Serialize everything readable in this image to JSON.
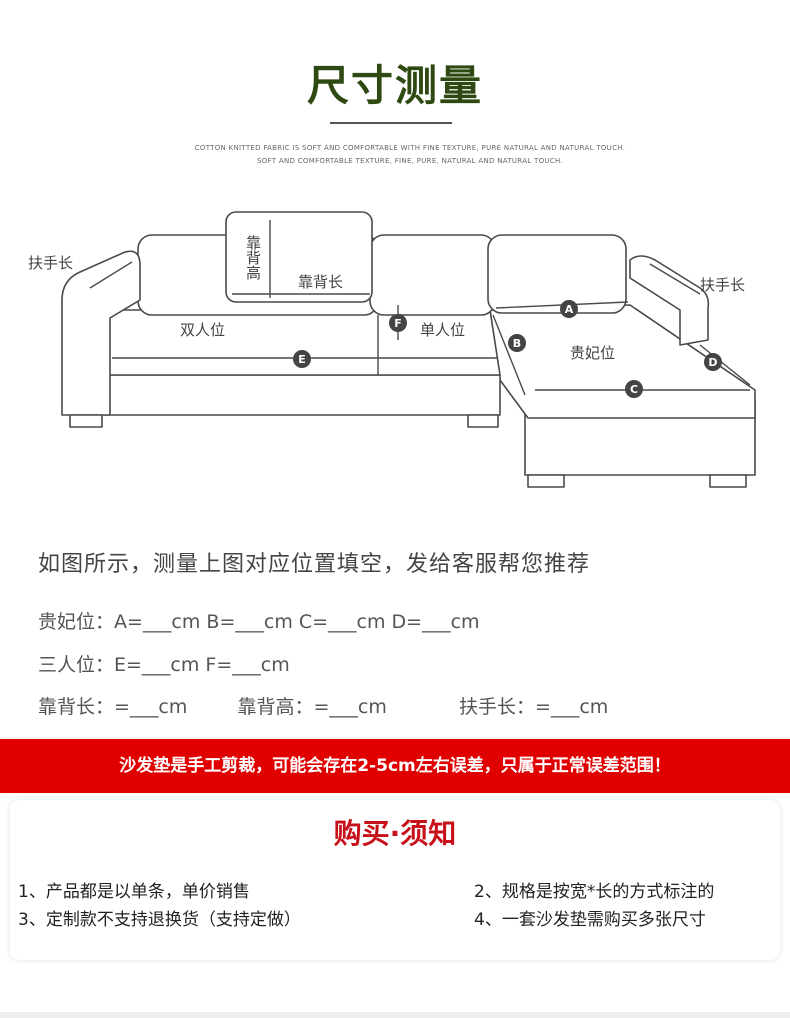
{
  "header": {
    "title": "尺寸测量",
    "subtitle_line1": "COTTON KNITTED FABRIC IS SOFT AND COMFORTABLE WITH FINE TEXTURE, PURE NATURAL AND NATURAL TOUCH.",
    "subtitle_line2": "SOFT AND COMFORTABLE TEXTURE, FINE, PURE, NATURAL AND NATURAL TOUCH."
  },
  "diagram": {
    "armrest_left": "扶手长",
    "armrest_right": "扶手长",
    "backrest_height": "靠背高",
    "backrest_length": "靠背长",
    "double_seat": "双人位",
    "single_seat": "单人位",
    "chaise": "贵妃位",
    "badges": {
      "A": "A",
      "B": "B",
      "C": "C",
      "D": "D",
      "E": "E",
      "F": "F"
    },
    "colors": {
      "line": "#4a4a4a",
      "sofa_fill": "#ffffff",
      "badge": "#444444"
    }
  },
  "instructions": {
    "text": "如图所示，测量上图对应位置填空，发给客服帮您推荐",
    "row1": "贵妃位：A=___cm  B=___cm  C=___cm  D=___cm",
    "row2": "三人位：E=___cm  F=___cm",
    "row3_a": "靠背长：=___cm",
    "row3_b": "靠背高：=___cm",
    "row3_c": "扶手长：=___cm"
  },
  "banner": {
    "text": "沙发垫是手工剪裁，可能会存在2-5cm左右误差，只属于正常误差范围！",
    "color": "#e00000"
  },
  "notice": {
    "title": "购买·须知",
    "item1": "1、产品都是以单条，单价销售",
    "item2": "2、规格是按宽*长的方式标注的",
    "item3": "3、定制款不支持退换货（支持定做）",
    "item4": "4、一套沙发垫需购买多张尺寸"
  }
}
